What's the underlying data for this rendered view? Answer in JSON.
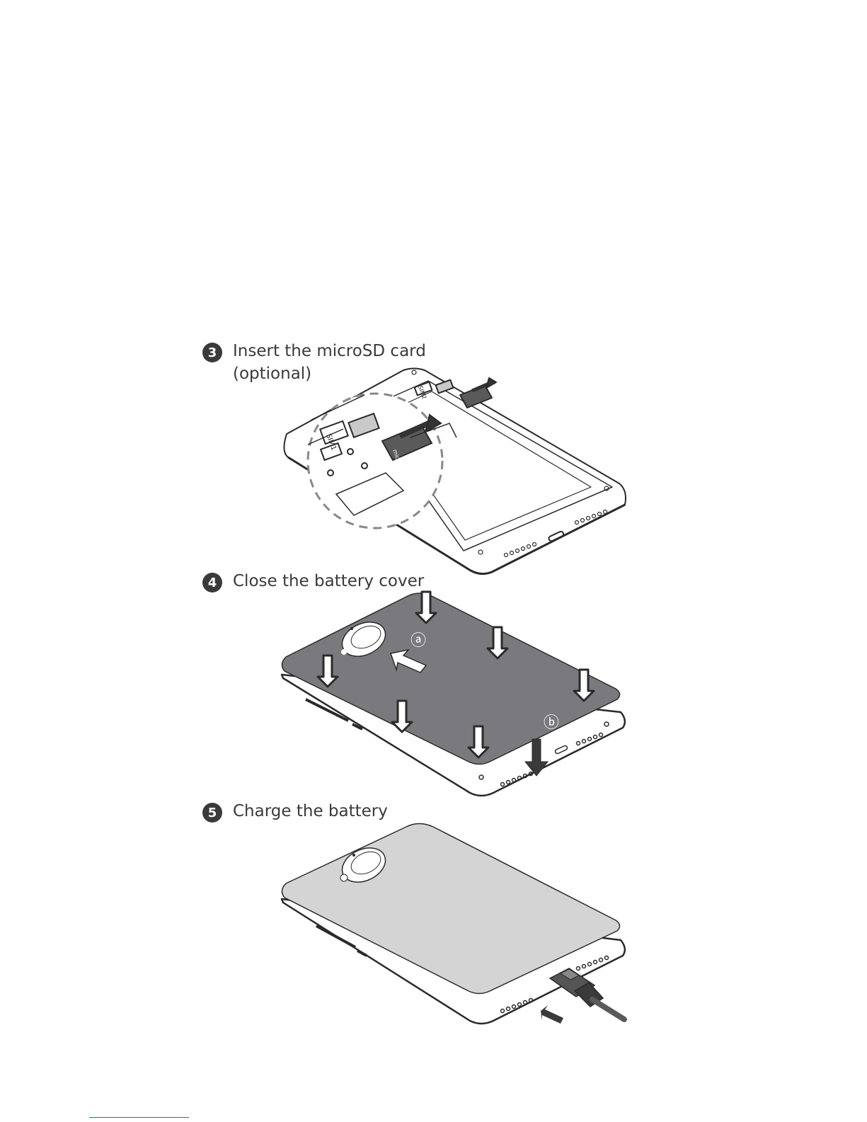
{
  "steps": [
    {
      "number": "3",
      "lines": [
        "Insert the microSD card",
        "(optional)"
      ]
    },
    {
      "number": "4",
      "lines": [
        "Close the battery cover"
      ]
    },
    {
      "number": "5",
      "lines": [
        "Charge the battery"
      ]
    }
  ],
  "figures": {
    "microsd": {
      "slot_label_1": "SIM1",
      "slot_label_2": "SIM2",
      "card_label": "micro SD"
    },
    "cover": {
      "marker_a": "ⓐ",
      "marker_b": "ⓑ"
    }
  },
  "colors": {
    "cover_dark": "#7a7a7e",
    "cover_light": "#d4d4d4",
    "outline": "#2a2a2a",
    "badge": "#3a3a3a"
  }
}
